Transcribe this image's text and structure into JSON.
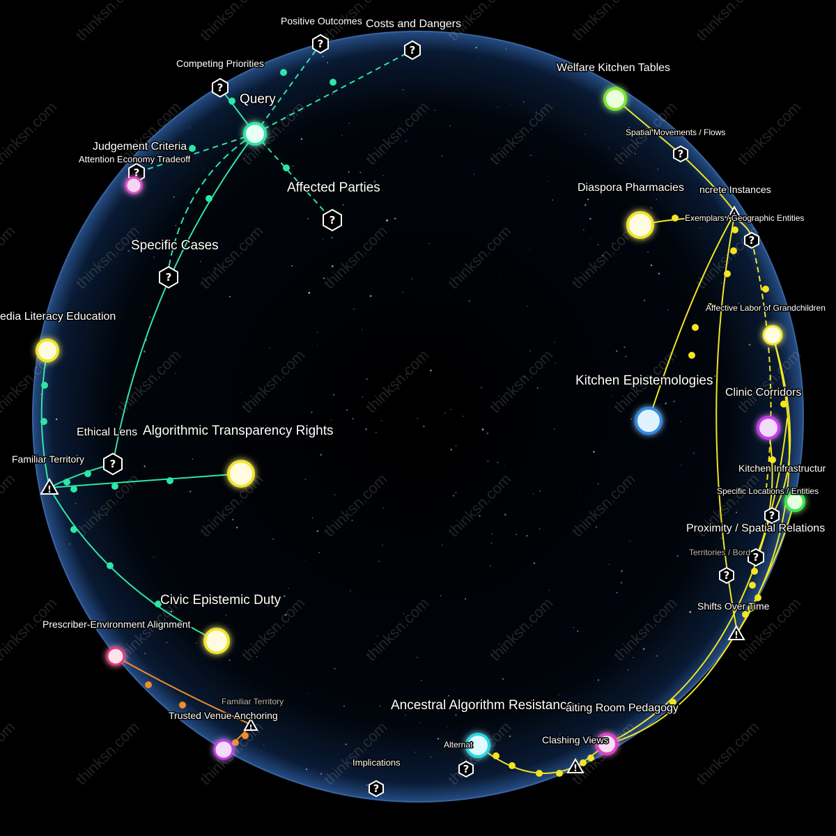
{
  "watermark": "thinksn.com",
  "colors": {
    "sphere": "#0b1a33",
    "sphere_edge": "#4a7fc0",
    "green_path": "#2ee6a6",
    "yellow_path": "#f2e524",
    "orange_path": "#f28c28"
  },
  "labels": {
    "query": "Query",
    "competing_priorities": "Competing Priorities",
    "positive_outcomes": "Positive Outcomes",
    "costs_and_dangers": "Costs and Dangers",
    "judgement_criteria": "Judgement Criteria",
    "attention_economy_tradeoff": "Attention Economy Tradeoff",
    "affected_parties": "Affected Parties",
    "specific_cases": "Specific Cases",
    "media_literacy_education": "edia Literacy Education",
    "ethical_lens": "Ethical Lens",
    "algorithmic_transparency_rights": "Algorithmic Transparency Rights",
    "familiar_territory": "Familiar Territory",
    "civic_epistemic_duty": "Civic Epistemic Duty",
    "prescriber_environment_alignment": "Prescriber-Environment Alignment",
    "familiar_territory_small": "Familiar Territory",
    "trusted_venue_anchoring": "Trusted Venue Anchoring",
    "implications": "Implications",
    "ancestral_algorithm_resistance": "Ancestral Algorithm Resistance",
    "alternatives": "Alternat",
    "waiting_room_pedagogy": "aiting Room Pedagogy",
    "clashing_views": "Clashing Views",
    "welfare_kitchen_tables": "Welfare Kitchen Tables",
    "spatial_movements_flows": "Spatial Movements / Flows",
    "diaspora_pharmacies": "Diaspora Pharmacies",
    "concrete_instances": "ncrete Instances",
    "exemplars_geographic_entities": "Exemplars / Geographic Entities",
    "affective_labor_grandchildren": "Affective Labor of Grandchildren",
    "kitchen_epistemologies": "Kitchen Epistemologies",
    "clinic_corridors": "Clinic Corridors",
    "kitchen_infrastructure": "Kitchen Infrastructur",
    "specific_locations_entities": "Specific Locations / Entities",
    "proximity_spatial_relations": "Proximity / Spatial Relations",
    "territories_borders": "Territories / Bord",
    "shifts_over_time": "Shifts Over Time"
  }
}
